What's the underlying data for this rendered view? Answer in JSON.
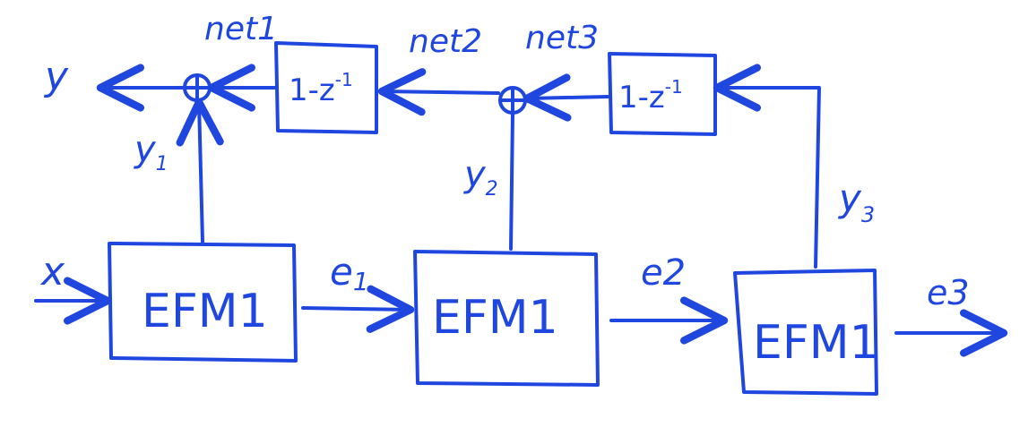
{
  "diagram": {
    "ink_color": "#1f47e0",
    "background": "#ffffff",
    "blocks": {
      "efm1_a": "EFM1",
      "efm1_b": "EFM1",
      "efm1_c": "EFM1"
    },
    "delays": {
      "delay_a": "1-z",
      "delay_a_exp": "-1",
      "delay_b": "1-z",
      "delay_b_exp": "-1"
    },
    "labels": {
      "input": "x",
      "output": "y",
      "y1": "y",
      "y1_sub": "1",
      "y2": "y",
      "y2_sub": "2",
      "y3": "y",
      "y3_sub": "3",
      "e1": "e",
      "e1_sub": "1",
      "e2": "e2",
      "e3": "e3",
      "net1": "net1",
      "net2": "net2",
      "net3": "net3"
    },
    "summing_junctions": [
      "sum-1",
      "sum-2"
    ],
    "summing_symbol": "⊕"
  }
}
